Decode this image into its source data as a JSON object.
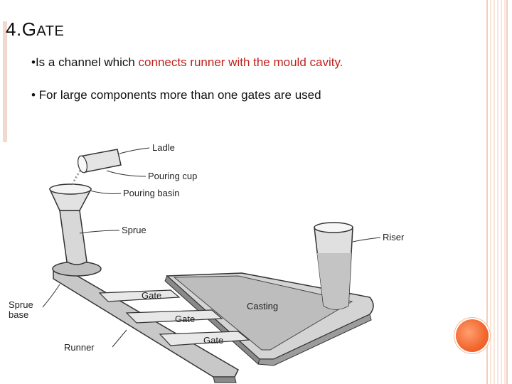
{
  "slide": {
    "title_num": "4.",
    "title_first": "G",
    "title_rest": "ATE",
    "bullets": [
      {
        "bullet": "•",
        "prefix": "Is a channel which ",
        "highlight": "connects runner with the mould cavity.",
        "suffix": ""
      },
      {
        "bullet": "•",
        "prefix": " For large components more than one gates are used",
        "highlight": "",
        "suffix": ""
      }
    ],
    "highlight_color": "#c0201a"
  },
  "diagram": {
    "labels": {
      "ladle": "Ladle",
      "pouring_cup": "Pouring cup",
      "pouring_basin": "Pouring basin",
      "sprue": "Sprue",
      "riser": "Riser",
      "sprue_base_line1": "Sprue",
      "sprue_base_line2": "base",
      "runner": "Runner",
      "casting": "Casting",
      "gate_1": "Gate",
      "gate_2": "Gate",
      "gate_3": "Gate"
    }
  }
}
